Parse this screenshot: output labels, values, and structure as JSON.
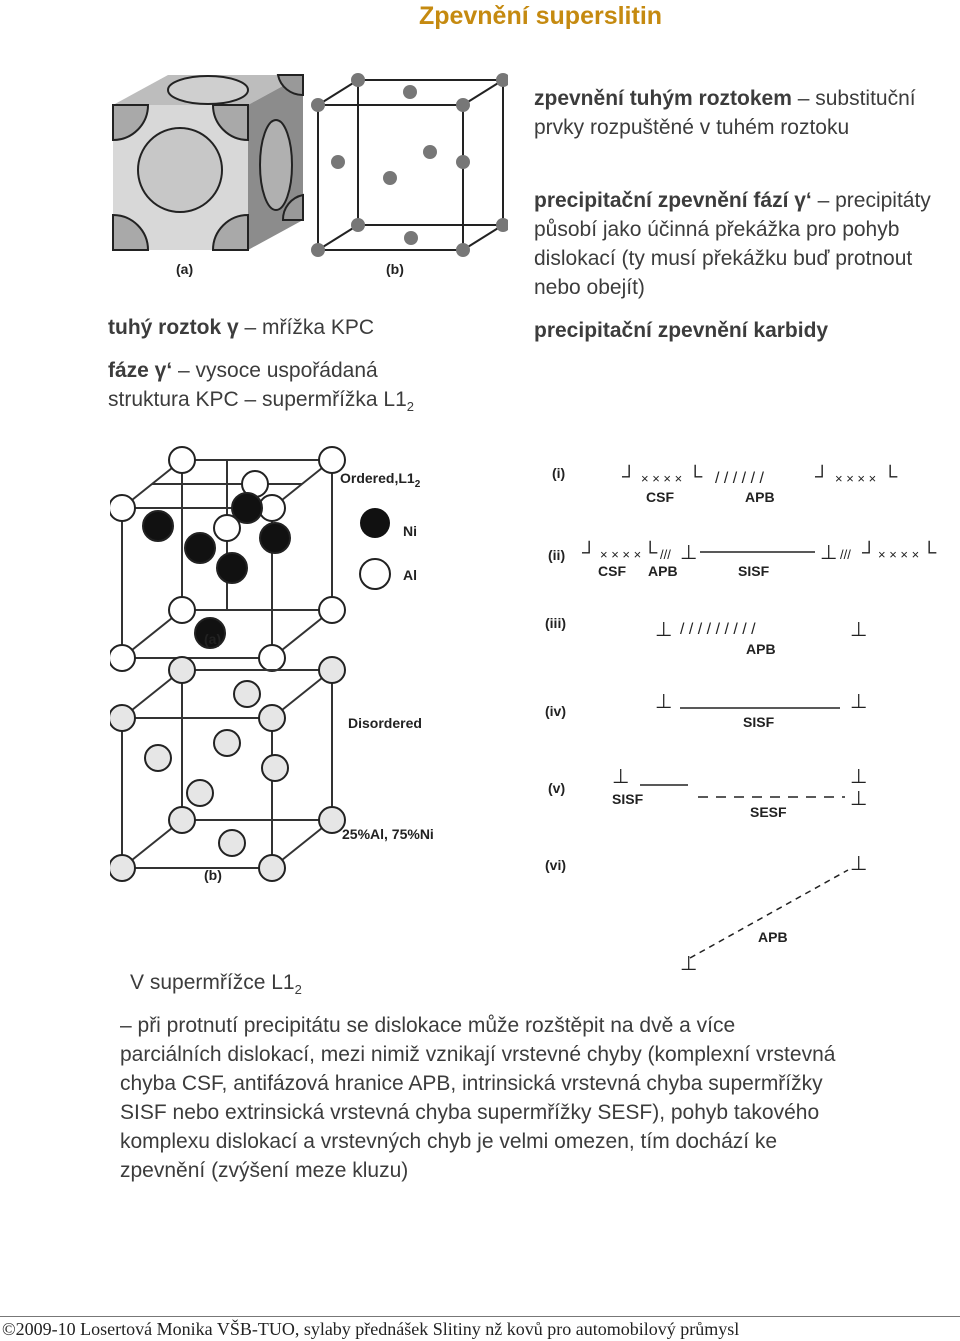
{
  "title": "Zpevnění superslitin",
  "right_text": {
    "p1_bold": "zpevnění tuhým roztokem",
    "p1_rest": " – substituční prvky rozpuštěné v tuhém roztoku",
    "p2_bold": "precipitační zpevnění fází γ‘",
    "p2_rest": " – precipitáty působí jako účinná překážka pro pohyb dislokací (ty musí překážku buď protnout nebo obejít)",
    "p3_bold": "precipitační zpevnění karbidy"
  },
  "left_text": {
    "l1_bold": "tuhý roztok γ",
    "l1_rest": " – mřížka KPC",
    "l2_bold": "fáze γ‘",
    "l2_rest": " – vysoce uspořádaná",
    "l3_prefix": "struktura KPC – supermřížka L1",
    "l3_sub": "2"
  },
  "fig1": {
    "label_a": "(a)",
    "label_b": "(b)"
  },
  "fig2": {
    "ordered_label": "Ordered,L1",
    "ordered_sub": "2",
    "ni_label": "Ni",
    "al_label": "Al",
    "label_a": "(a)",
    "disordered_label": "Disordered",
    "composition_label": "25%Al, 75%Ni",
    "label_b": "(b)"
  },
  "fig3": {
    "rows": [
      "(i)",
      "(ii)",
      "(iii)",
      "(iv)",
      "(v)",
      "(vi)"
    ],
    "labels": {
      "i_csf": "CSF",
      "i_apb": "APB",
      "ii_csf": "CSF",
      "ii_apb": "APB",
      "ii_sisf": "SISF",
      "iii_apb": "APB",
      "iv_sisf": "SISF",
      "v_sisf": "SISF",
      "v_sesf": "SESF",
      "vi_apb": "APB"
    }
  },
  "bottom": {
    "heading_prefix": "V supermřížce L1",
    "heading_sub": "2",
    "lines": [
      "– při protnutí precipitátu se dislokace může rozštěpit na dvě a více",
      "parciálních dislokací, mezi nimiž vznikají vrstevné chyby (komplexní vrstevná",
      "chyba CSF, antifázová hranice APB, intrinsická vrstevná chyba supermřížky",
      "SISF nebo extrinsická vrstevná chyba supermřížky SESF), pohyb takového",
      "komplexu dislokací a vrstevných chyb je velmi omezen, tím dochází ke",
      "zpevnění (zvýšení meze kluzu)"
    ]
  },
  "footer": "©2009-10  Losertová Monika  VŠB-TUO, sylaby přednášek Slitiny nž kovů pro automobilový průmysl"
}
